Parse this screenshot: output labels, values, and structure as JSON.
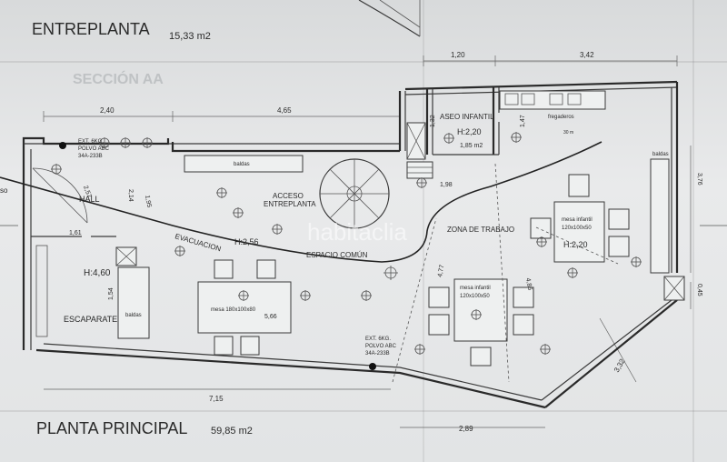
{
  "titles": {
    "entreplanta": "ENTREPLANTA",
    "entreplanta_area": "15,33 m2",
    "planta_principal": "PLANTA PRINCIPAL",
    "planta_principal_area": "59,85 m2"
  },
  "watermark": "habitaclia",
  "ghost_text": "SECCIÓN AA",
  "rooms": {
    "hall": "HALL",
    "escaparate": "ESCAPARATE",
    "evacuacion": "EVACUACION",
    "acceso_line1": "ACCESO",
    "acceso_line2": "ENTREPLANTA",
    "espacio_comun": "ESPACIO COMÚN",
    "zona_trabajo": "ZONA DE TRABAJO",
    "aseo": "ASEO INFANTIL",
    "aseo_area": "1,85 m2",
    "fregaderos": "fregaderos"
  },
  "heights": {
    "h_460": "H:4,60",
    "h_256": "H:2,56",
    "h_220_aseo": "H:2,20",
    "h_220_zona": "H:2,20"
  },
  "furniture": {
    "baldas_top": "baldas",
    "baldas_left": "baldas",
    "baldas_right": "baldas",
    "mesa_main": "mesa 180x100x80",
    "mesa_inf1_line1": "mesa infantil",
    "mesa_inf1_line2": "120x100x50",
    "mesa_inf2_line1": "mesa infantil",
    "mesa_inf2_line2": "120x100x50"
  },
  "extinguishers": {
    "ext1_line1": "EXT. 6KG.",
    "ext1_line2": "POLVO ABC",
    "ext1_line3": "34A-233B",
    "ext2_line1": "EXT. 6KG.",
    "ext2_line2": "POLVO ABC",
    "ext2_line3": "34A-233B"
  },
  "dimensions": {
    "d_240": "2,40",
    "d_465": "4,65",
    "d_120": "1,20",
    "d_342": "3,42",
    "d_257": "2,57",
    "d_214": "2,14",
    "d_195": "1,95",
    "d_161": "1,61",
    "d_154": "1,54",
    "d_566": "5,66",
    "d_198": "1,98",
    "d_147": "1,47",
    "d_132": "1,32",
    "d_477": "4,77",
    "d_486": "4,86",
    "d_715": "7,15",
    "d_289": "2,89",
    "d_332": "3,32",
    "d_376": "3,76",
    "d_045": "0,45",
    "side_so": "so",
    "d_30m": "30 m"
  }
}
